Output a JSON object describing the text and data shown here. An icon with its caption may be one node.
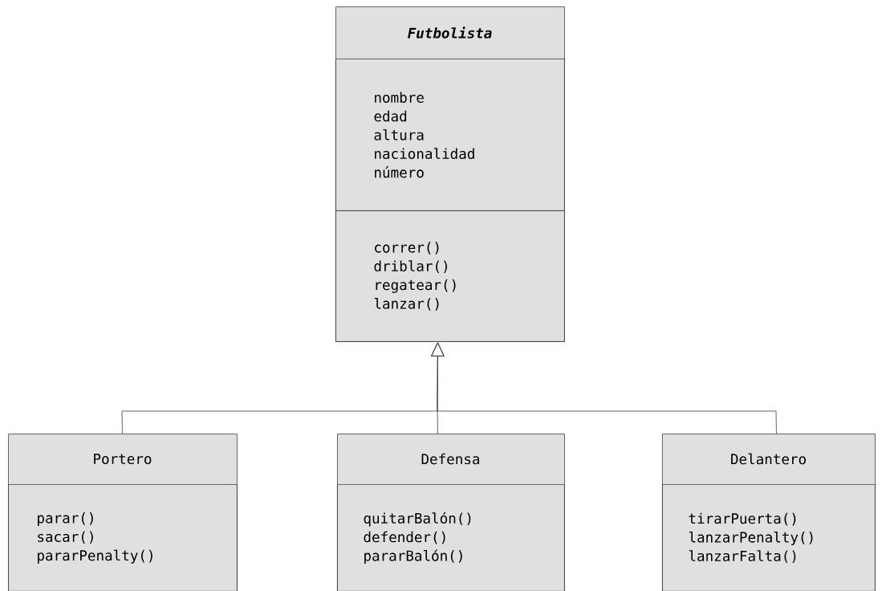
{
  "diagram": {
    "nodes": [
      {
        "text": [
          "Futbolista"
        ]
      },
      {
        "text": [
          "nombre",
          "edad",
          "altura",
          "nacionalidad",
          "número"
        ],
        "in": 0
      },
      {
        "text": [
          "correr()",
          "driblar()",
          "regatear()",
          "lanzar()"
        ],
        "in": 0
      },
      {
        "text": [
          "Portero"
        ]
      },
      {
        "text": [
          "parar()",
          "sacar()",
          "pararPenalty()"
        ],
        "in": 3
      },
      {
        "text": [
          "Defensa"
        ]
      },
      {
        "text": [
          "quitarBalón()",
          "defender()",
          "pararBalón()"
        ],
        "in": 5
      },
      {
        "text": [
          "Delantero"
        ]
      },
      {
        "text": [
          "tirarPuerta()",
          "lanzarPenalty()",
          "lanzarFalta()"
        ],
        "in": 7
      }
    ],
    "edges": [
      {
        "from": 3,
        "to": 0,
        "arrow": "to"
      },
      {
        "from": 5,
        "to": 0,
        "arrow": "to"
      },
      {
        "from": 7,
        "to": 0,
        "arrow": "to"
      }
    ]
  }
}
